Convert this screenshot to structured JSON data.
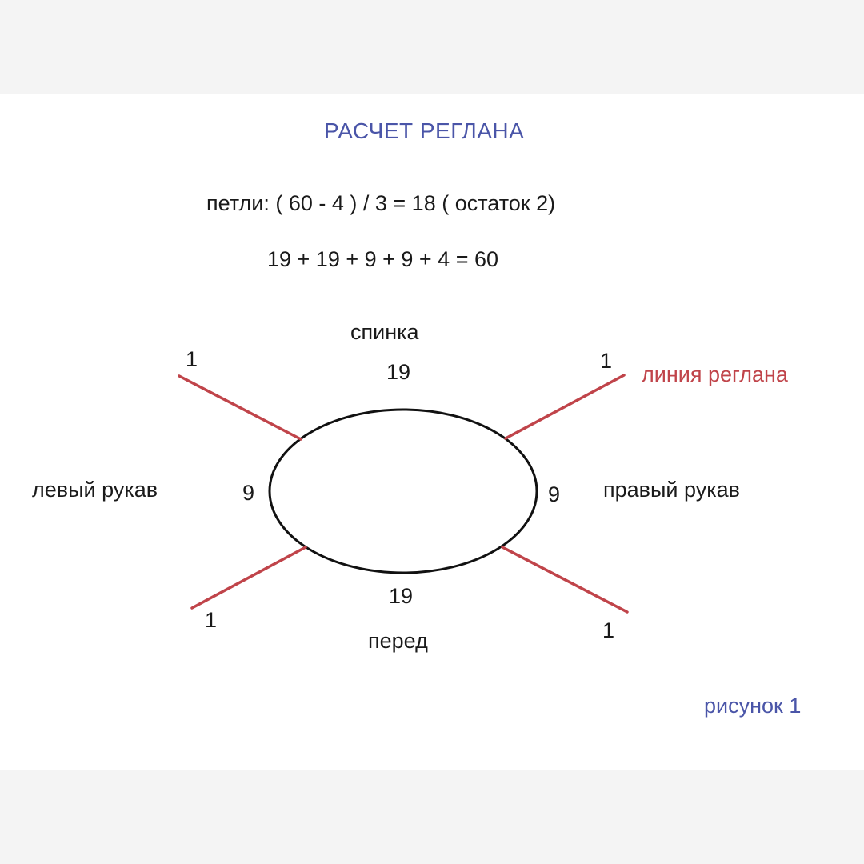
{
  "title": "РАСЧЕТ РЕГЛАНА",
  "formula_line1": "петли:  ( 60 - 4 )   / 3 = 18  ( остаток 2)",
  "formula_line2": "19 + 19 + 9 + 9 + 4 = 60",
  "labels": {
    "back": "спинка",
    "back_count": "19",
    "front": "перед",
    "front_count": "19",
    "left_sleeve": "левый рукав",
    "left_count": "9",
    "right_sleeve": "правый рукав",
    "right_count": "9",
    "raglan_line": "линия реглана",
    "corner_top_left": "1",
    "corner_top_right": "1",
    "corner_bottom_left": "1",
    "corner_bottom_right": "1",
    "figure_caption": "рисунок 1"
  },
  "colors": {
    "title": "#4a55a8",
    "raglan_line": "#c0444a",
    "ellipse": "#111111",
    "text": "#1a1a1a"
  }
}
